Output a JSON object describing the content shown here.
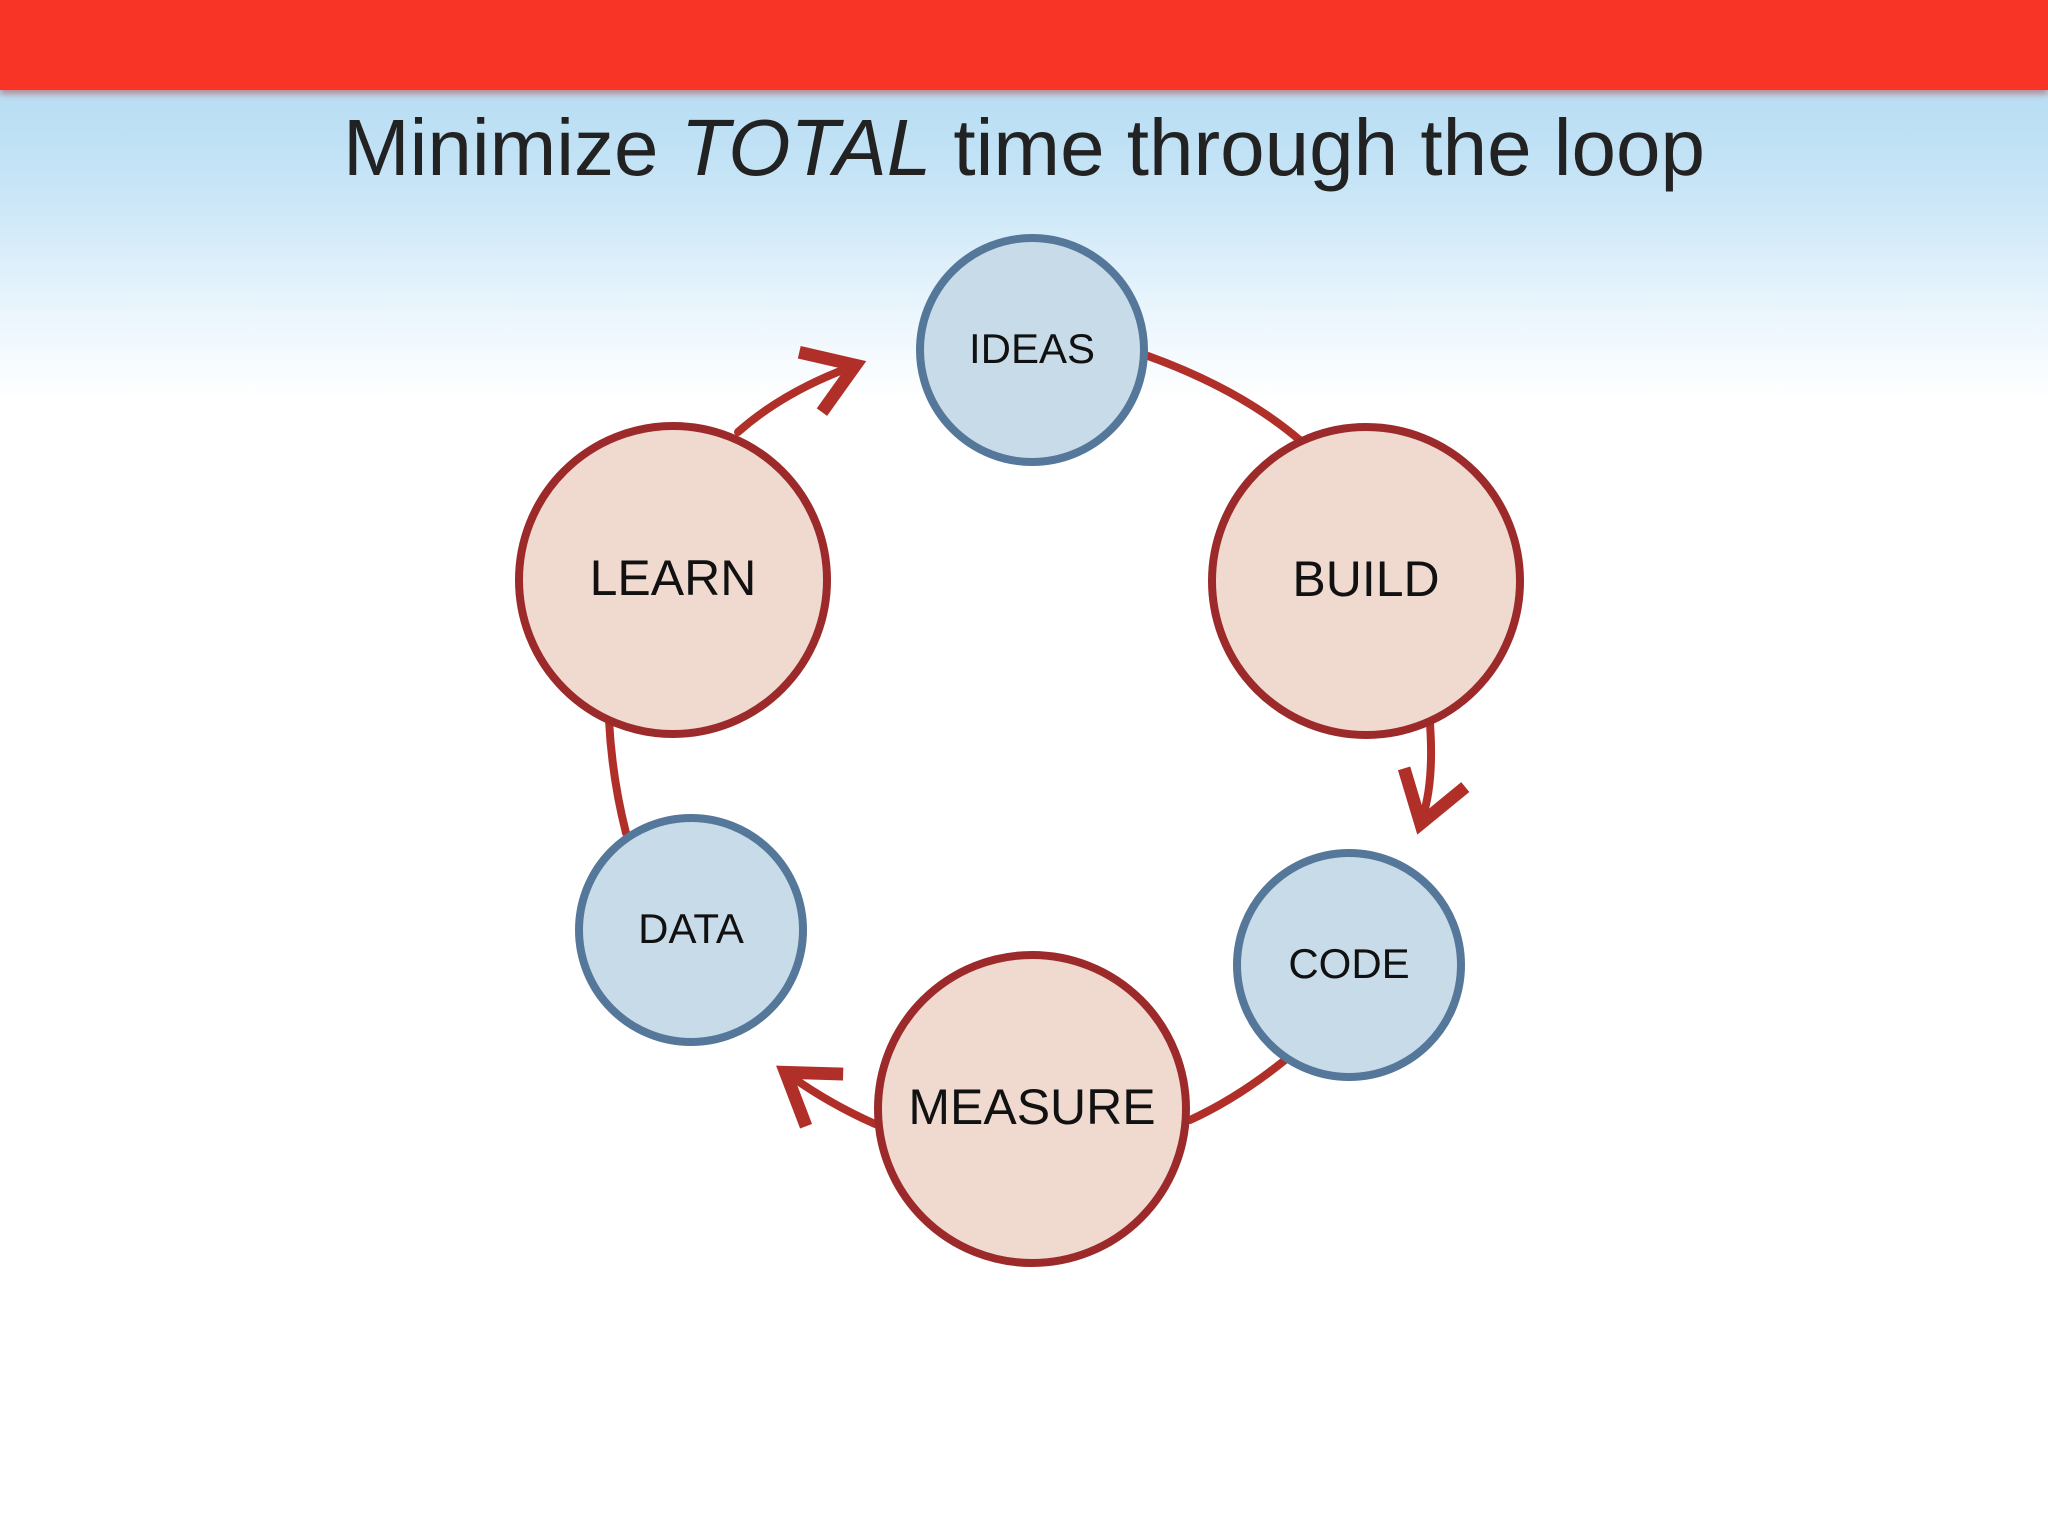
{
  "colors": {
    "top_bar": "#f73425",
    "stage_fill": "#f0d9cf",
    "stage_stroke": "#9c2a2a",
    "artifact_fill": "#c7dbe9",
    "artifact_stroke": "#55779a",
    "arrow": "#b03029"
  },
  "title": {
    "prefix": "Minimize ",
    "emphasis": "TOTAL",
    "suffix": " time through the loop"
  },
  "loop": {
    "nodes": {
      "ideas": "IDEAS",
      "build": "BUILD",
      "code": "CODE",
      "measure": "MEASURE",
      "data": "DATA",
      "learn": "LEARN"
    },
    "order": [
      "IDEAS",
      "BUILD",
      "CODE",
      "MEASURE",
      "DATA",
      "LEARN"
    ]
  }
}
